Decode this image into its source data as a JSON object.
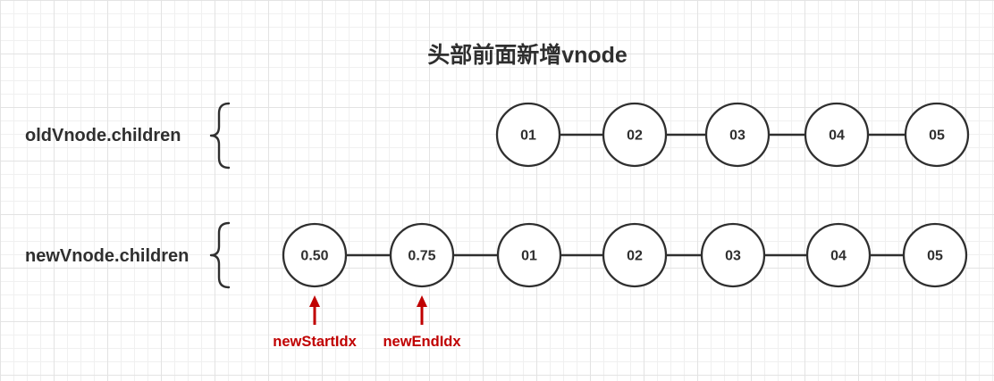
{
  "title": "头部前面新增vnode",
  "rows": [
    {
      "label": "oldVnode.children",
      "nodes": [
        "01",
        "02",
        "03",
        "04",
        "05"
      ]
    },
    {
      "label": "newVnode.children",
      "nodes": [
        "0.50",
        "0.75",
        "01",
        "02",
        "03",
        "04",
        "05"
      ]
    }
  ],
  "pointers": [
    {
      "label": "newStartIdx"
    },
    {
      "label": "newEndIdx"
    }
  ],
  "colors": {
    "ink": "#2f2f2f",
    "pointer_red": "#c00000",
    "node_fill": "#ffffff",
    "grid_minor": "#f0f0f0",
    "grid_major": "#e3e3e3",
    "background": "#ffffff"
  }
}
